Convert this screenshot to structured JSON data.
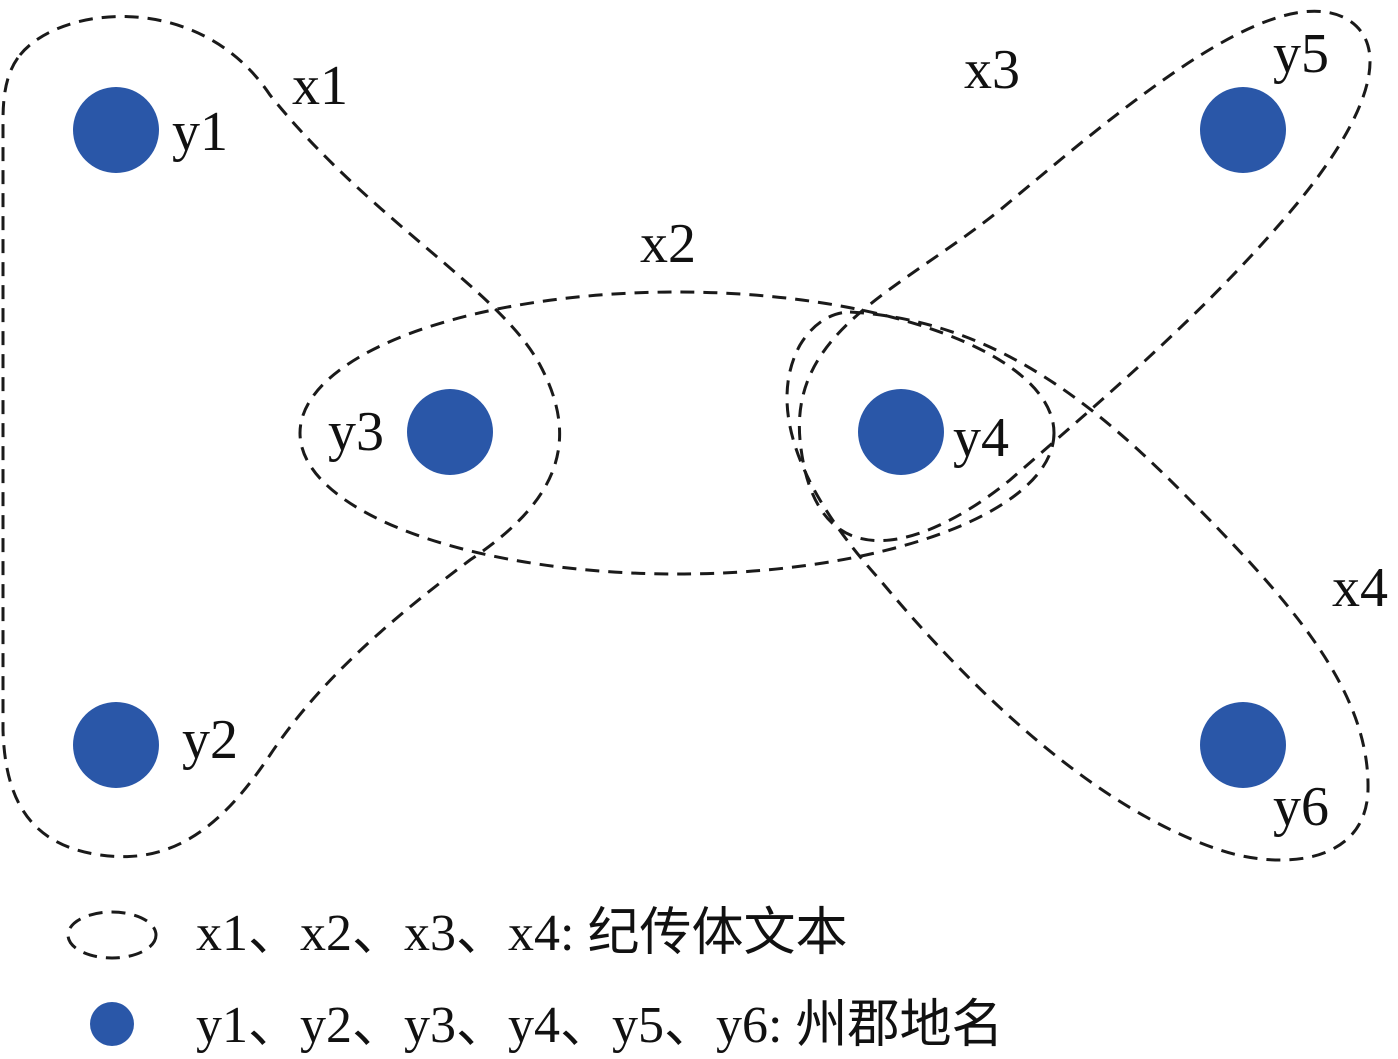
{
  "colors": {
    "node_fill": "#2a57a8",
    "edge_stroke": "#1a1a1a",
    "text": "#111111"
  },
  "hyperedges": [
    {
      "id": "x1",
      "label": "x1",
      "members": [
        "y1",
        "y2",
        "y3"
      ]
    },
    {
      "id": "x2",
      "label": "x2",
      "members": [
        "y3",
        "y4"
      ]
    },
    {
      "id": "x3",
      "label": "x3",
      "members": [
        "y4",
        "y5"
      ]
    },
    {
      "id": "x4",
      "label": "x4",
      "members": [
        "y4",
        "y6"
      ]
    }
  ],
  "nodes": [
    {
      "id": "y1",
      "label": "y1"
    },
    {
      "id": "y2",
      "label": "y2"
    },
    {
      "id": "y3",
      "label": "y3"
    },
    {
      "id": "y4",
      "label": "y4"
    },
    {
      "id": "y5",
      "label": "y5"
    },
    {
      "id": "y6",
      "label": "y6"
    }
  ],
  "legend": {
    "hyperedge_text": "x1、x2、x3、x4: 纪传体文本",
    "node_text": "y1、y2、y3、y4、y5、y6: 州郡地名"
  }
}
